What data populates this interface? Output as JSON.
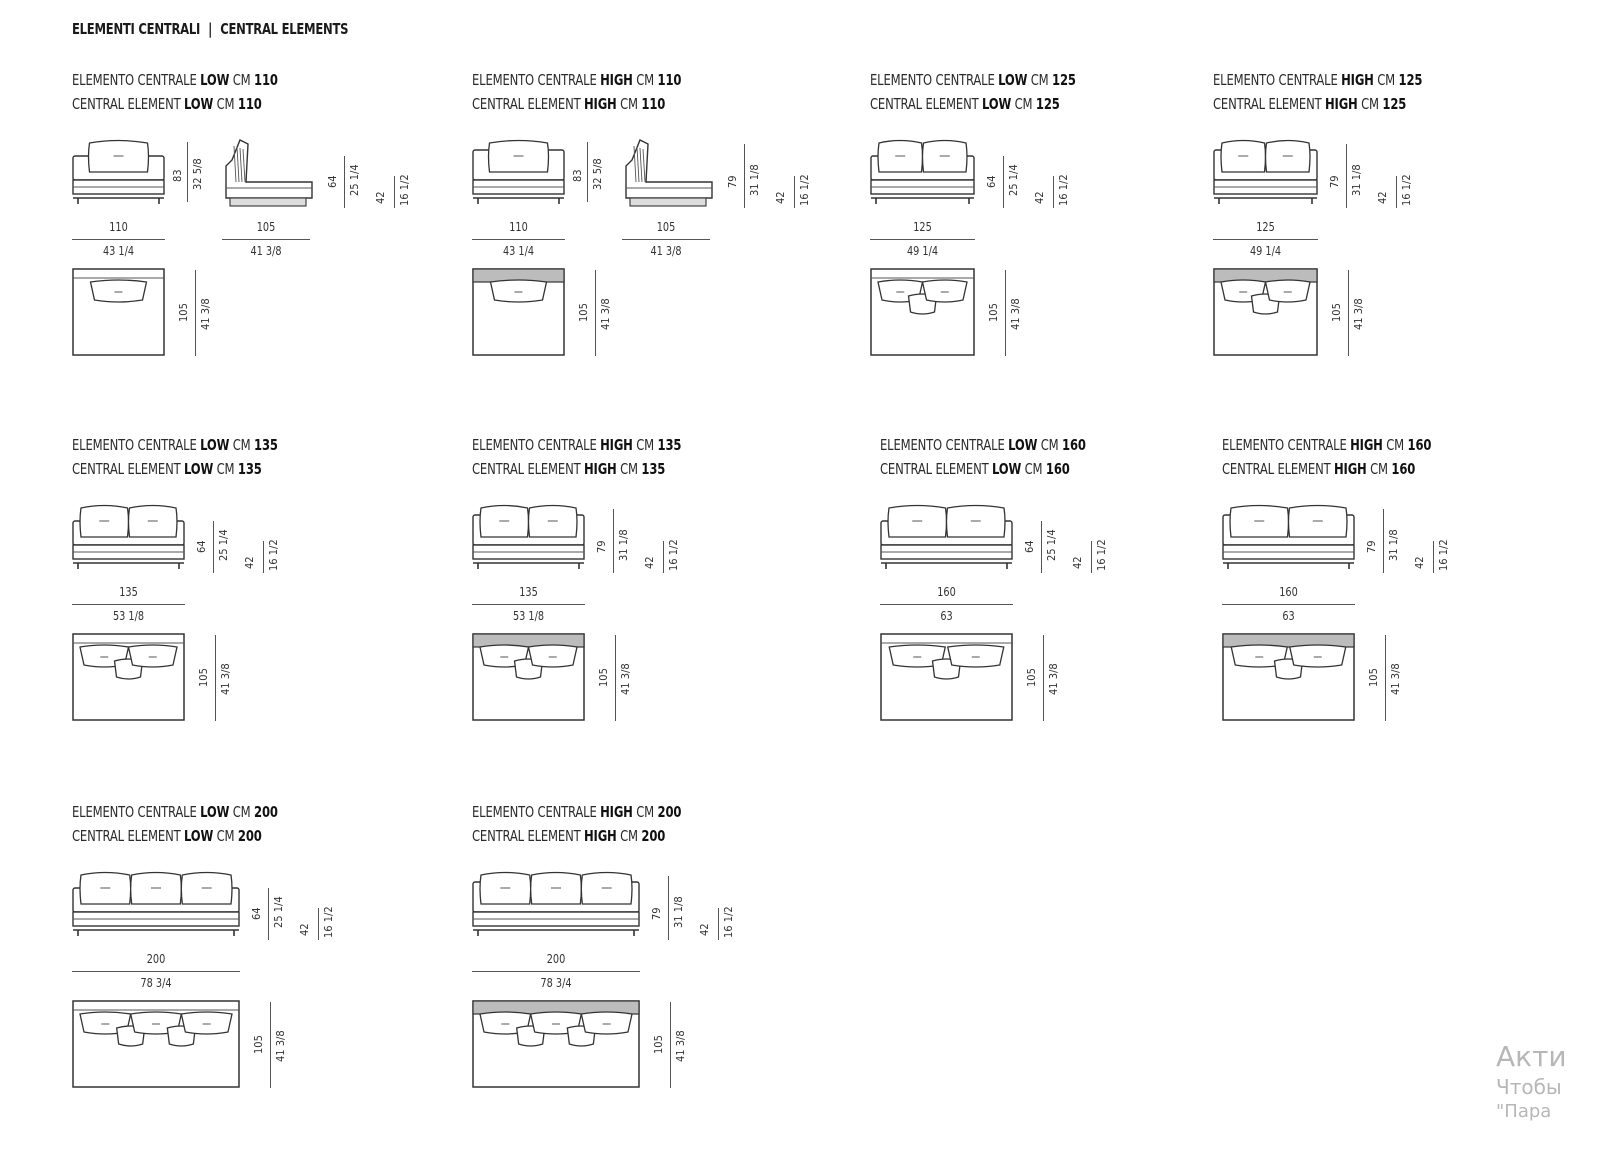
{
  "header": {
    "title_it": "ELEMENTI CENTRALI",
    "separator": "|",
    "title_en": "CENTRAL ELEMENTS"
  },
  "elements": [
    {
      "it_prefix": "ELEMENTO CENTRALE",
      "en_prefix": "CENTRAL ELEMENT",
      "cm_label": "CM",
      "it_type": "LOW",
      "en_type": "LOW",
      "size": "110",
      "front_height_cm": "",
      "front_height_in": "",
      "side_height_cm": "64",
      "side_height_in": "25 1/4",
      "seat_height_cm": "42",
      "seat_height_in": "16 1/2",
      "width_cm": "110",
      "width_in": "43 1/4",
      "depth_cm": "105",
      "depth_in": "41 3/8",
      "side_width_cm": "105",
      "side_width_in": "41 3/8",
      "front_total_cm": "83",
      "front_total_in": "32 5/8",
      "cushions": 1,
      "high": false,
      "has_side": true
    },
    {
      "it_prefix": "ELEMENTO CENTRALE",
      "en_prefix": "CENTRAL ELEMENT",
      "cm_label": "CM",
      "it_type": "HIGH",
      "en_type": "HIGH",
      "size": "110",
      "side_height_cm": "79",
      "side_height_in": "31 1/8",
      "seat_height_cm": "42",
      "seat_height_in": "16 1/2",
      "width_cm": "110",
      "width_in": "43 1/4",
      "depth_cm": "105",
      "depth_in": "41 3/8",
      "side_width_cm": "105",
      "side_width_in": "41 3/8",
      "front_total_cm": "83",
      "front_total_in": "32 5/8",
      "cushions": 1,
      "high": true,
      "has_side": true
    },
    {
      "it_prefix": "ELEMENTO CENTRALE",
      "en_prefix": "CENTRAL ELEMENT",
      "cm_label": "CM",
      "it_type": "LOW",
      "en_type": "LOW",
      "size": "125",
      "side_height_cm": "64",
      "side_height_in": "25 1/4",
      "seat_height_cm": "42",
      "seat_height_in": "16 1/2",
      "width_cm": "125",
      "width_in": "49 1/4",
      "depth_cm": "105",
      "depth_in": "41 3/8",
      "cushions": 2,
      "high": false,
      "has_side": false
    },
    {
      "it_prefix": "ELEMENTO CENTRALE",
      "en_prefix": "CENTRAL ELEMENT",
      "cm_label": "CM",
      "it_type": "HIGH",
      "en_type": "HIGH",
      "size": "125",
      "side_height_cm": "79",
      "side_height_in": "31 1/8",
      "seat_height_cm": "42",
      "seat_height_in": "16 1/2",
      "width_cm": "125",
      "width_in": "49 1/4",
      "depth_cm": "105",
      "depth_in": "41 3/8",
      "cushions": 2,
      "high": true,
      "has_side": false
    },
    {
      "it_prefix": "ELEMENTO CENTRALE",
      "en_prefix": "CENTRAL ELEMENT",
      "cm_label": "CM",
      "it_type": "LOW",
      "en_type": "LOW",
      "size": "135",
      "side_height_cm": "64",
      "side_height_in": "25 1/4",
      "seat_height_cm": "42",
      "seat_height_in": "16 1/2",
      "width_cm": "135",
      "width_in": "53 1/8",
      "depth_cm": "105",
      "depth_in": "41 3/8",
      "cushions": 2,
      "high": false,
      "has_side": false
    },
    {
      "it_prefix": "ELEMENTO CENTRALE",
      "en_prefix": "CENTRAL ELEMENT",
      "cm_label": "CM",
      "it_type": "HIGH",
      "en_type": "HIGH",
      "size": "135",
      "side_height_cm": "79",
      "side_height_in": "31 1/8",
      "seat_height_cm": "42",
      "seat_height_in": "16 1/2",
      "width_cm": "135",
      "width_in": "53 1/8",
      "depth_cm": "105",
      "depth_in": "41 3/8",
      "cushions": 2,
      "high": true,
      "has_side": false
    },
    {
      "it_prefix": "ELEMENTO CENTRALE",
      "en_prefix": "CENTRAL ELEMENT",
      "cm_label": "CM",
      "it_type": "LOW",
      "en_type": "LOW",
      "size": "160",
      "side_height_cm": "64",
      "side_height_in": "25 1/4",
      "seat_height_cm": "42",
      "seat_height_in": "16 1/2",
      "width_cm": "160",
      "width_in": "63",
      "depth_cm": "105",
      "depth_in": "41 3/8",
      "cushions": 2,
      "high": false,
      "has_side": false
    },
    {
      "it_prefix": "ELEMENTO CENTRALE",
      "en_prefix": "CENTRAL ELEMENT",
      "cm_label": "CM",
      "it_type": "HIGH",
      "en_type": "HIGH",
      "size": "160",
      "side_height_cm": "79",
      "side_height_in": "31 1/8",
      "seat_height_cm": "42",
      "seat_height_in": "16 1/2",
      "width_cm": "160",
      "width_in": "63",
      "depth_cm": "105",
      "depth_in": "41 3/8",
      "cushions": 2,
      "high": true,
      "has_side": false
    },
    {
      "it_prefix": "ELEMENTO CENTRALE",
      "en_prefix": "CENTRAL ELEMENT",
      "cm_label": "CM",
      "it_type": "LOW",
      "en_type": "LOW",
      "size": "200",
      "side_height_cm": "64",
      "side_height_in": "25 1/4",
      "seat_height_cm": "42",
      "seat_height_in": "16 1/2",
      "width_cm": "200",
      "width_in": "78 3/4",
      "depth_cm": "105",
      "depth_in": "41 3/8",
      "cushions": 3,
      "high": false,
      "has_side": false
    },
    {
      "it_prefix": "ELEMENTO CENTRALE",
      "en_prefix": "CENTRAL ELEMENT",
      "cm_label": "CM",
      "it_type": "HIGH",
      "en_type": "HIGH",
      "size": "200",
      "side_height_cm": "79",
      "side_height_in": "31 1/8",
      "seat_height_cm": "42",
      "seat_height_in": "16 1/2",
      "width_cm": "200",
      "width_in": "78 3/4",
      "depth_cm": "105",
      "depth_in": "41 3/8",
      "cushions": 3,
      "high": true,
      "has_side": false
    }
  ],
  "watermark": {
    "line1": "Акти",
    "line2": "Чтобы",
    "line3": "\"Пара"
  }
}
